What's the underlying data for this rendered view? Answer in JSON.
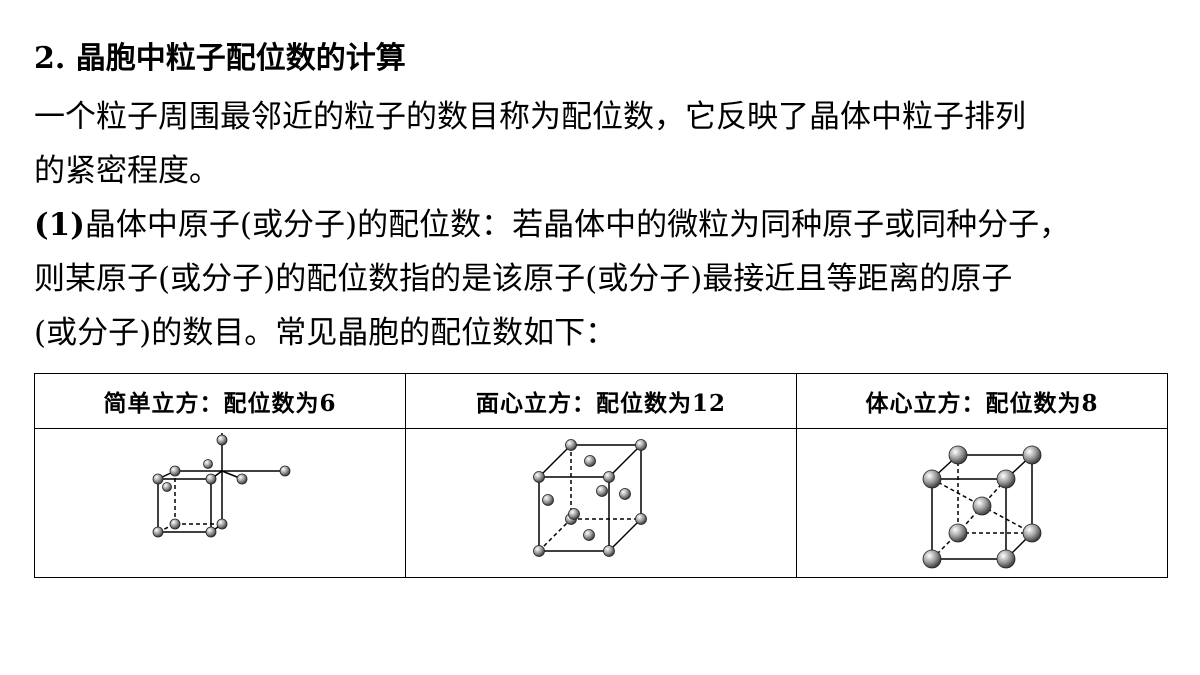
{
  "heading": "2. 晶胞中粒子配位数的计算",
  "intro": {
    "line1": "一个粒子周围最邻近的粒子的数目称为配位数，它反映了晶体中粒子排列",
    "line2": "的紧密程度。"
  },
  "point1": {
    "prefix": "(1)",
    "line1": "晶体中原子(或分子)的配位数：若晶体中的微粒为同种原子或同种分子，",
    "line2": "则某原子(或分子)的配位数指的是该原子(或分子)最接近且等距离的原子",
    "line3": "(或分子)的数目。常见晶胞的配位数如下："
  },
  "table": {
    "headers": [
      "简单立方：配位数为6",
      "面心立方：配位数为12",
      "体心立方：配位数为8"
    ]
  }
}
